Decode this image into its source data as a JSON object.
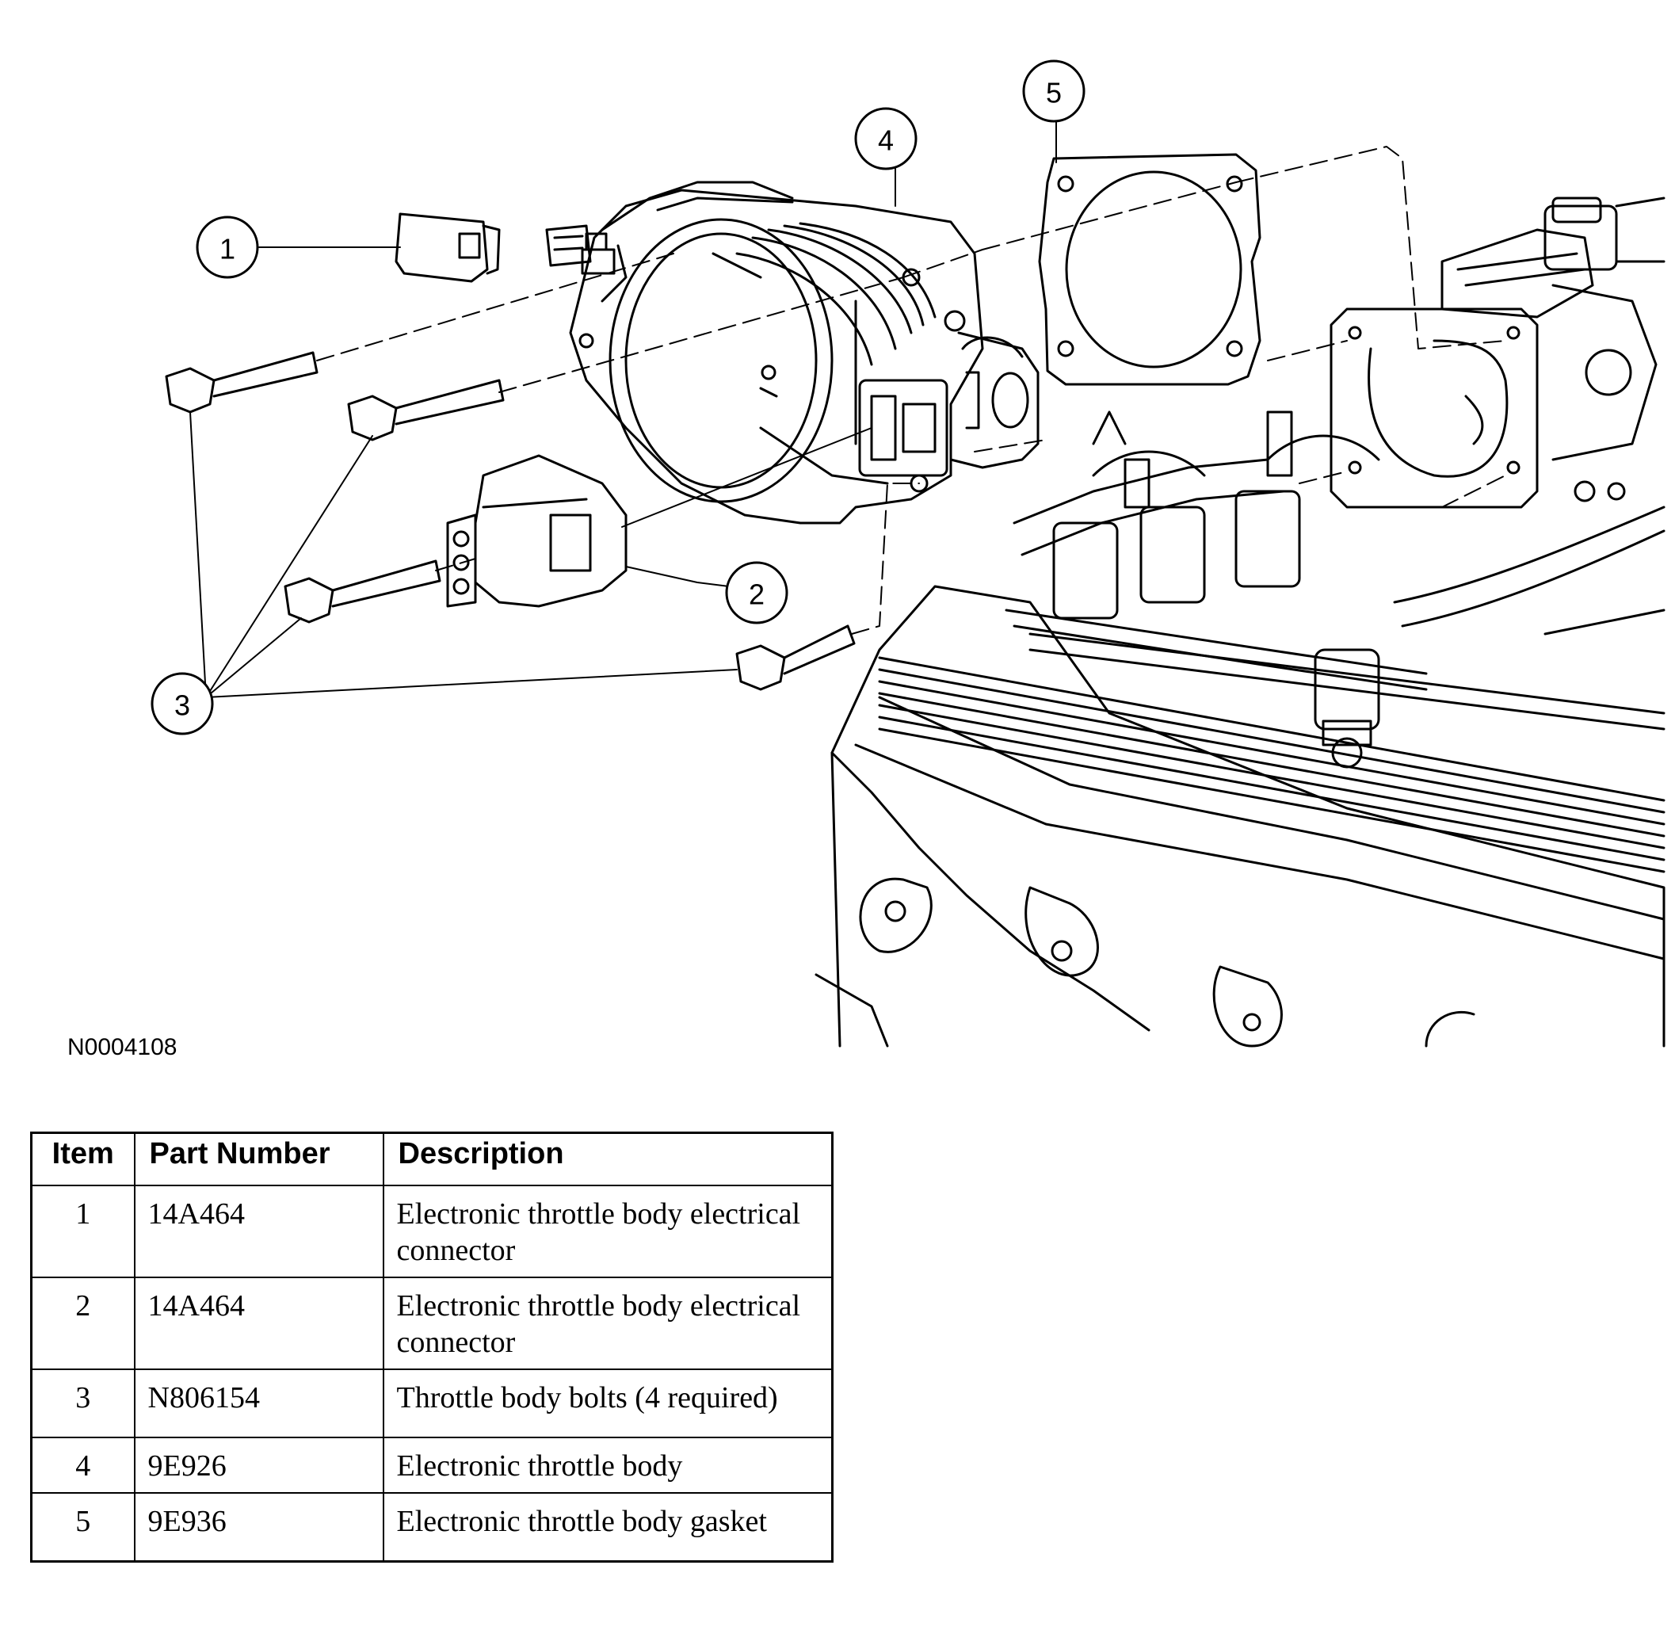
{
  "figure": {
    "id": "N0004108",
    "callouts": [
      "1",
      "2",
      "3",
      "4",
      "5"
    ]
  },
  "table": {
    "headers": {
      "item": "Item",
      "part_number": "Part Number",
      "description": "Description"
    },
    "rows": [
      {
        "item": "1",
        "part_number": "14A464",
        "description": "Electronic throttle body electrical connector"
      },
      {
        "item": "2",
        "part_number": "14A464",
        "description": "Electronic throttle body electrical connector"
      },
      {
        "item": "3",
        "part_number": "N806154",
        "description": "Throttle body bolts (4 required)"
      },
      {
        "item": "4",
        "part_number": "9E926",
        "description": "Electronic throttle body"
      },
      {
        "item": "5",
        "part_number": "9E936",
        "description": "Electronic throttle body gasket"
      }
    ]
  }
}
